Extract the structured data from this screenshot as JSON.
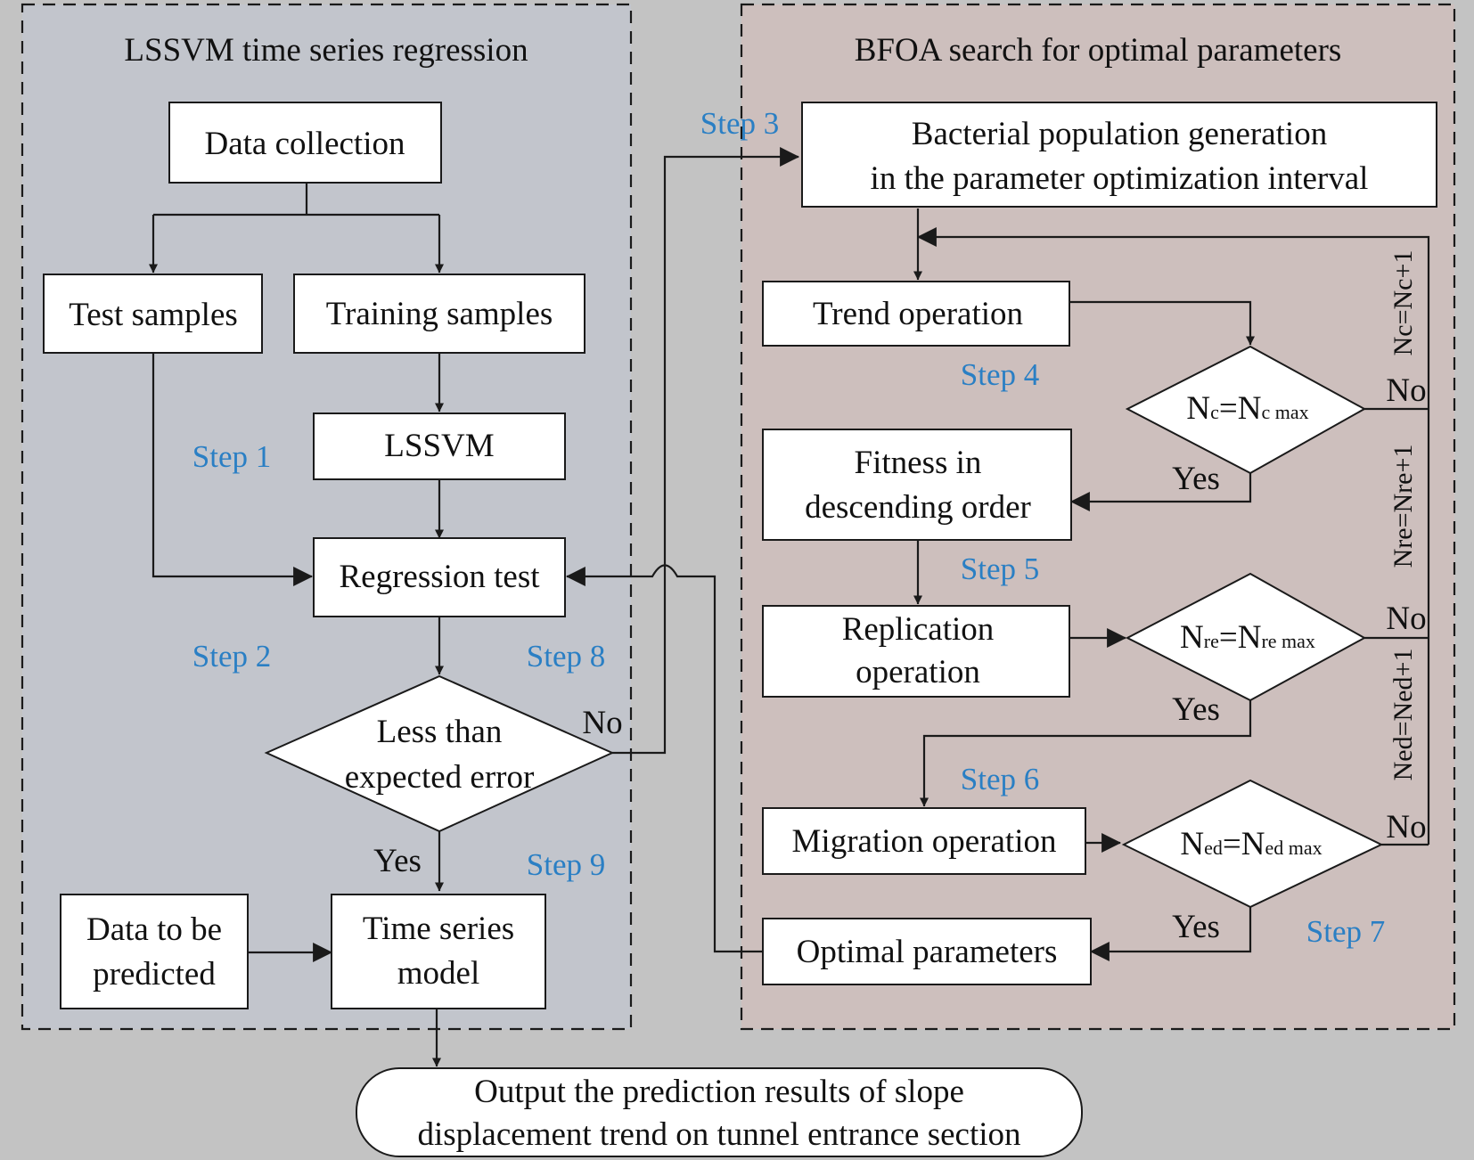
{
  "panels": {
    "left_title": "LSSVM time series regression",
    "right_title": "BFOA search for optimal parameters"
  },
  "nodes": {
    "data_collection": "Data collection",
    "test_samples": "Test samples",
    "training_samples": "Training samples",
    "lssvm": "LSSVM",
    "regression_test": "Regression test",
    "less_than_1": "Less than",
    "less_than_2": "expected error",
    "data_predicted_1": "Data to be",
    "data_predicted_2": "predicted",
    "time_series_1": "Time series",
    "time_series_2": "model",
    "bacterial_1": "Bacterial population generation",
    "bacterial_2": "in the parameter optimization interval",
    "trend_operation": "Trend operation",
    "fitness_1": "Fitness in",
    "fitness_2": "descending order",
    "replication_1": "Replication",
    "replication_2": "operation",
    "migration_operation": "Migration operation",
    "optimal_parameters": "Optimal parameters",
    "output_1": "Output the prediction results of slope",
    "output_2": "displacement trend on tunnel entrance section"
  },
  "conditions": {
    "nc": {
      "a": "N",
      "a_sub": "c",
      "eq": "=N",
      "b_sub": "c max"
    },
    "nre": {
      "a": "N",
      "a_sub": "re",
      "eq": "=N",
      "b_sub": "re max"
    },
    "ned": {
      "a": "N",
      "a_sub": "ed",
      "eq": "=N",
      "b_sub": "ed max"
    }
  },
  "loop_labels": {
    "nc": "Nc=Nc+1",
    "nre": "Nre=Nre+1",
    "ned": "Ned=Ned+1"
  },
  "branch_labels": {
    "yes": "Yes",
    "no": "No"
  },
  "steps": {
    "s1": "Step 1",
    "s2": "Step 2",
    "s3": "Step 3",
    "s4": "Step 4",
    "s5": "Step 5",
    "s6": "Step 6",
    "s7": "Step 7",
    "s8": "Step 8",
    "s9": "Step 9"
  },
  "colors": {
    "background": "#c3c3c3",
    "left_panel": "#c2c5cc",
    "right_panel": "#cdbfbd",
    "step_text": "#2a7fc4"
  }
}
